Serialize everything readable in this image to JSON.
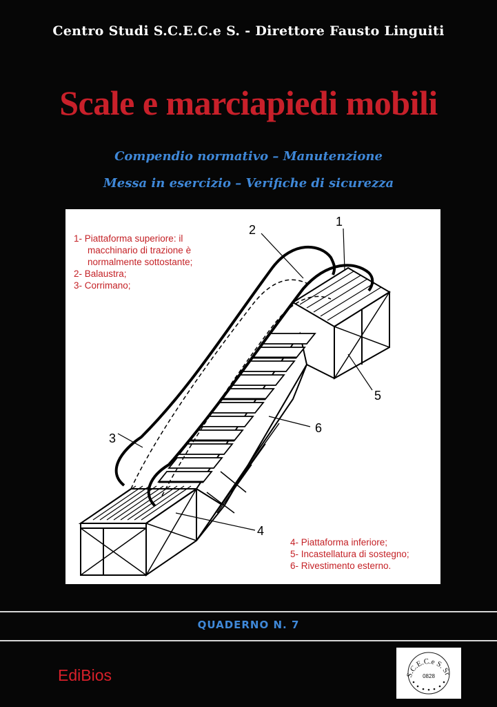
{
  "header": {
    "text": "Centro Studi S.C.E.C.e S. - Direttore Fausto Linguiti"
  },
  "title": "Scale e marciapiedi mobili",
  "subtitles": [
    "Compendio normativo – Manutenzione",
    "Messa in esercizio – Verifiche di sicurezza"
  ],
  "figure": {
    "callouts": [
      "1",
      "2",
      "3",
      "4",
      "5",
      "6"
    ],
    "legend_top": [
      "1- Piattaforma superiore: il",
      "macchinario di trazione è",
      "normalmente sottostante;",
      "2- Balaustra;",
      "3- Corrimano;"
    ],
    "legend_bottom": [
      "4- Piattaforma inferiore;",
      "5- Incastellatura di sostegno;",
      "6- Rivestimento esterno."
    ]
  },
  "series": {
    "label": "QUADERNO N. 7"
  },
  "publisher": "EdiBios",
  "seal": {
    "text": "S.C.E.C.e S. Srl",
    "number": "0828"
  },
  "colors": {
    "background": "#060606",
    "title_red": "#c8202a",
    "subtitle_blue": "#3f88d8",
    "legend_red": "#c42126"
  }
}
